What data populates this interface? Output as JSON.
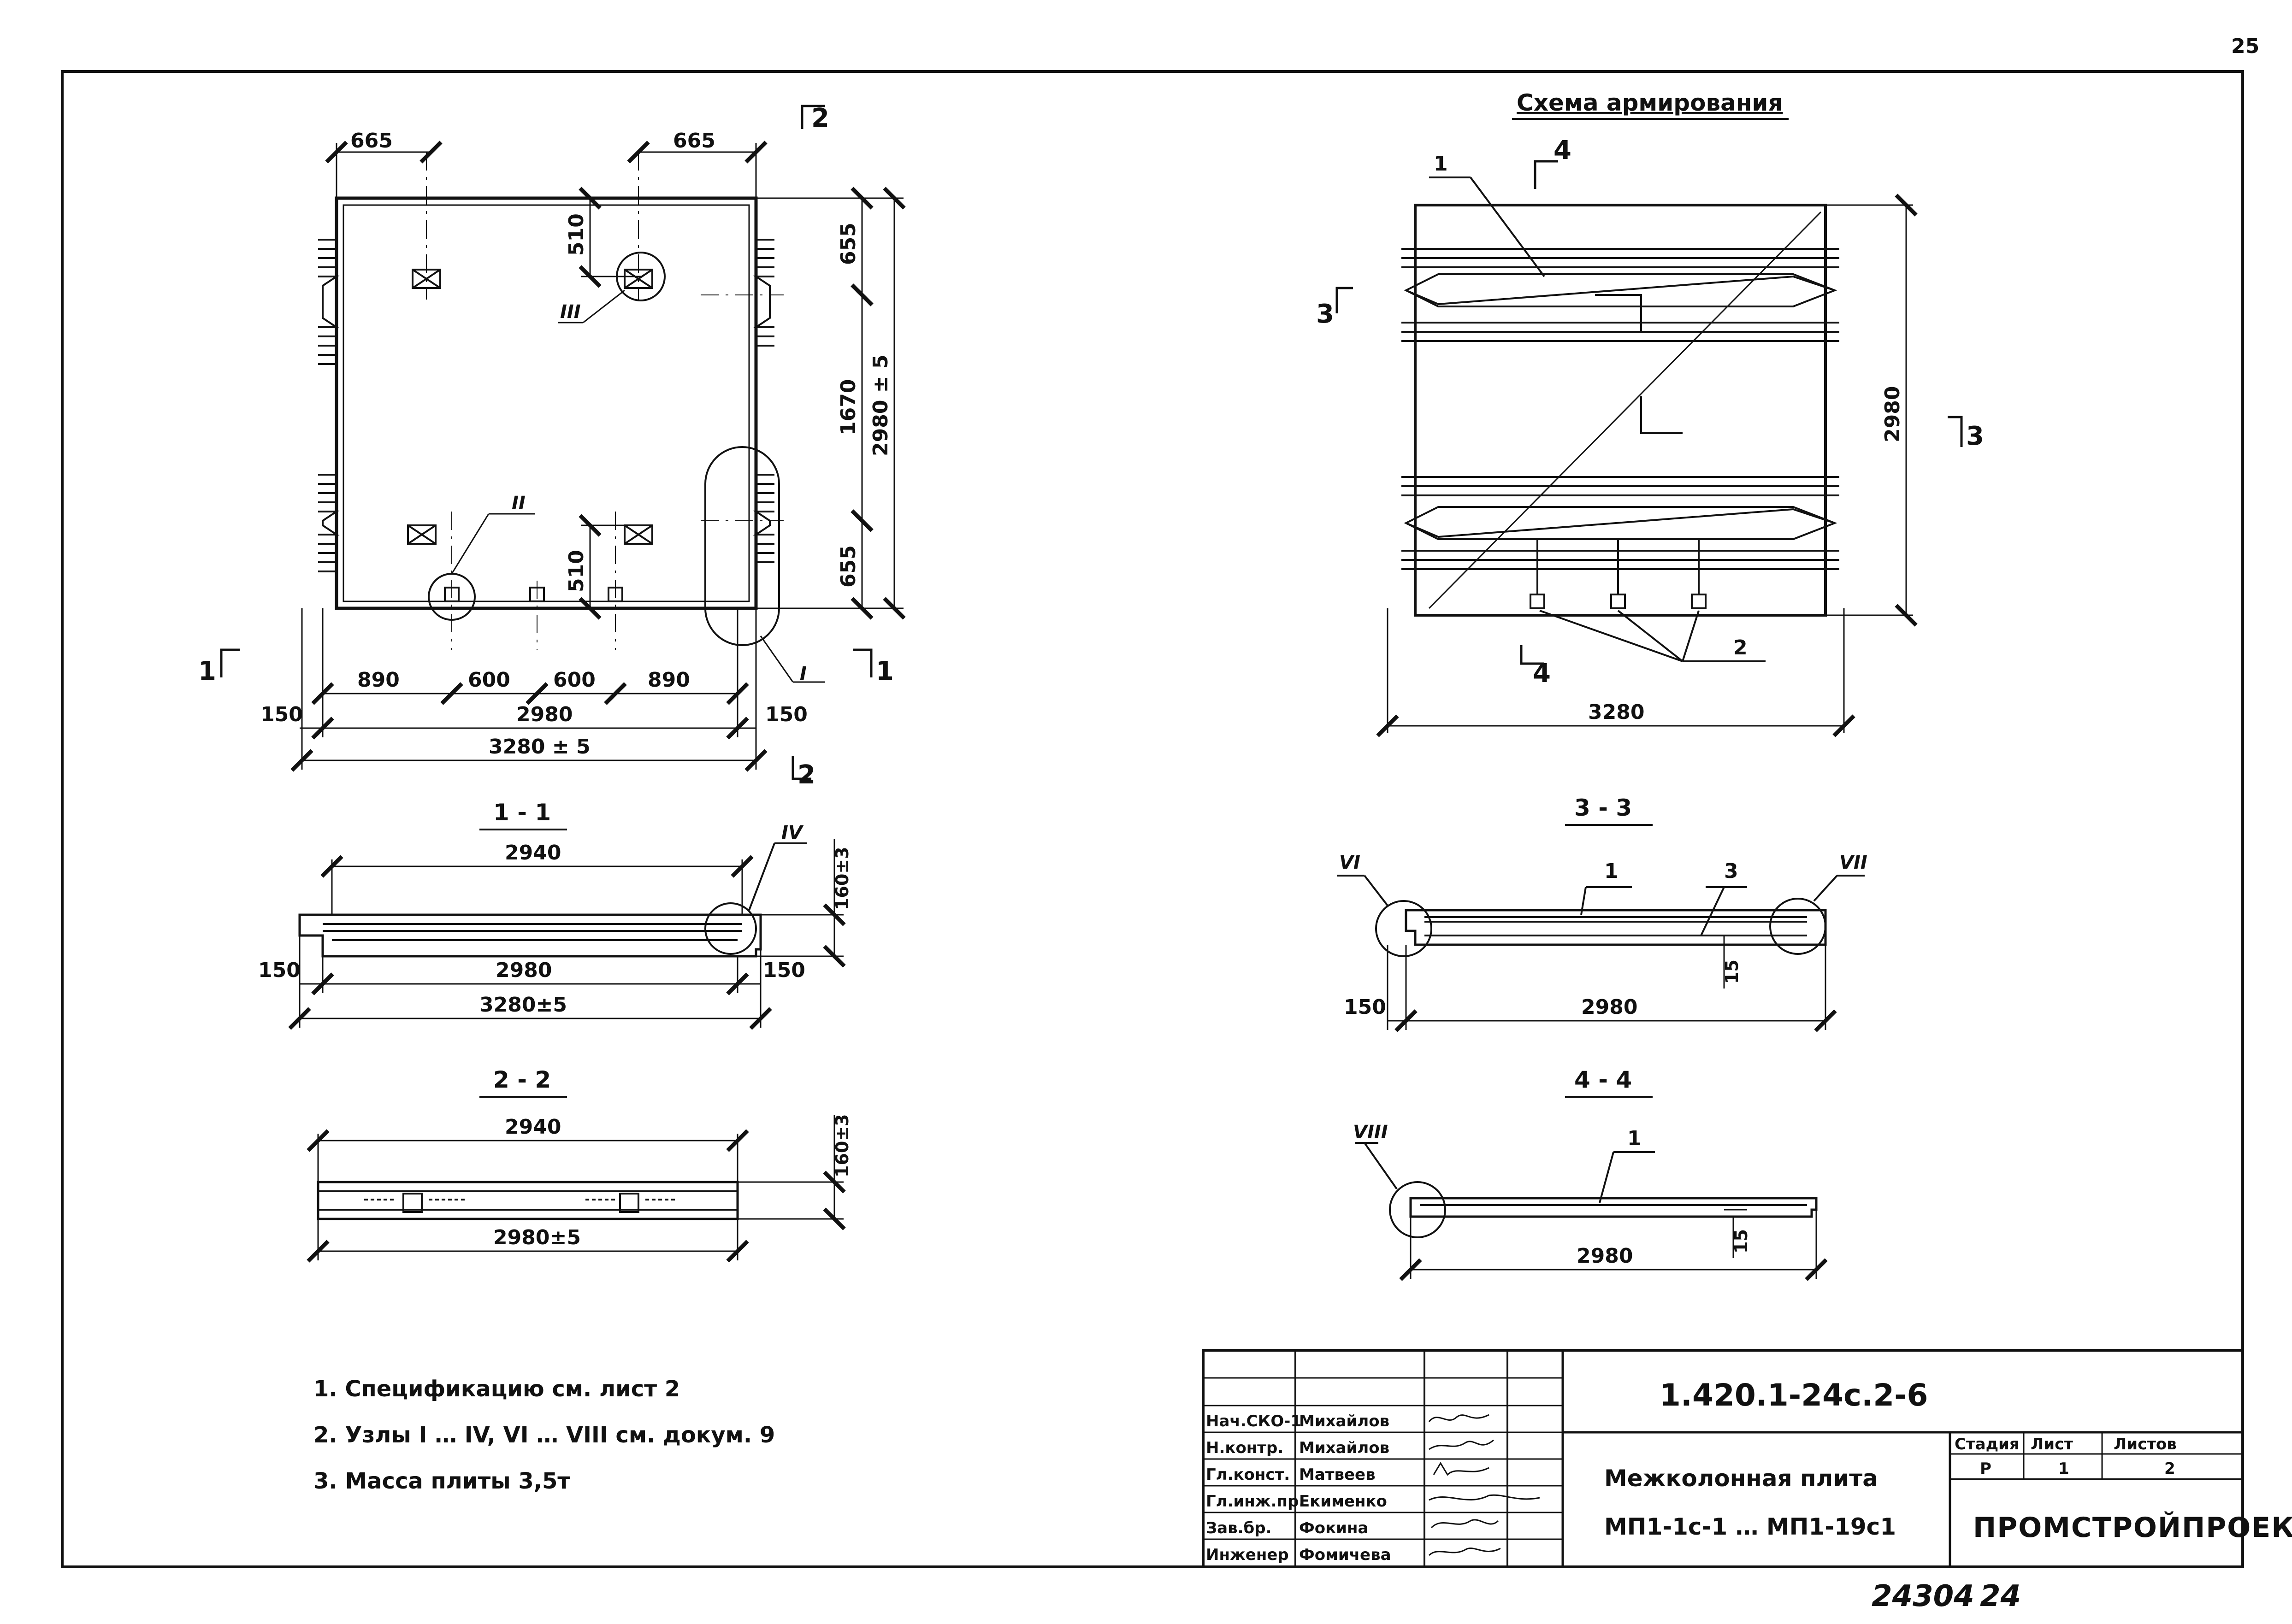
{
  "page_number": "25",
  "plan": {
    "dims_top": [
      "665",
      "665"
    ],
    "dims_right": [
      "655",
      "1670",
      "655"
    ],
    "dim_total_right": "2980 ± 5",
    "dims_insert": [
      "510",
      "510"
    ],
    "dims_bottom_row": [
      "890",
      "600",
      "600",
      "890"
    ],
    "dim_edge_left": "150",
    "dim_edge_right": "150",
    "dim_inner": "2980",
    "dim_overall": "3280 ± 5",
    "node_labels": [
      "III",
      "II",
      "I"
    ],
    "cut_marks": [
      "1",
      "1",
      "2",
      "2"
    ]
  },
  "reinforcement": {
    "title": "Схема армирования",
    "dim_height": "2980",
    "dim_width": "3280",
    "callouts": [
      "1",
      "2"
    ],
    "cut_marks": [
      "4",
      "4",
      "3",
      "3"
    ]
  },
  "section_1_1": {
    "title": "1 - 1",
    "dim_top": "2940",
    "dim_height": "160±3",
    "dim_left": "150",
    "dim_right": "150",
    "dim_inner": "2980",
    "dim_overall": "3280±5",
    "node_label": "IV"
  },
  "section_2_2": {
    "title": "2 - 2",
    "dim_top": "2940",
    "dim_height": "160±3",
    "dim_overall": "2980±5"
  },
  "section_3_3": {
    "title": "3 - 3",
    "callouts": [
      "1",
      "3"
    ],
    "node_labels": [
      "VI",
      "VII"
    ],
    "dim_cover": "15",
    "dim_left": "150",
    "dim_inner": "2980"
  },
  "section_4_4": {
    "title": "4 - 4",
    "callouts": [
      "1"
    ],
    "node_label": "VIII",
    "dim_cover": "15",
    "dim_inner": "2980"
  },
  "notes": [
    "1. Спецификацию см. лист 2",
    "2. Узлы I … IV, VI … VIII см. докум. 9",
    "3. Масса плиты 3,5т"
  ],
  "title_block": {
    "document_code": "1.420.1-24с.2-6",
    "sheet_title_line1": "Межколонная плита",
    "sheet_title_line2": "МП1-1с-1 … МП1-19с1",
    "stage_header": "Стадия",
    "sheet_header": "Лист",
    "sheets_header": "Листов",
    "stage_value": "Р",
    "sheet_value": "1",
    "sheets_value": "2",
    "organization": "ПРОМСТРОЙПРОЕКТ",
    "roles": [
      {
        "role": "Нач.СКО-1",
        "name": "Михайлов"
      },
      {
        "role": "Н.контр.",
        "name": "Михайлов"
      },
      {
        "role": "Гл.конст.",
        "name": "Матвеев"
      },
      {
        "role": "Гл.инж.пр.",
        "name": "Екименко"
      },
      {
        "role": "Зав.бр.",
        "name": "Фокина"
      },
      {
        "role": "Инженер",
        "name": "Фомичева"
      }
    ]
  },
  "archive_number": "24304",
  "archive_suffix": "24"
}
